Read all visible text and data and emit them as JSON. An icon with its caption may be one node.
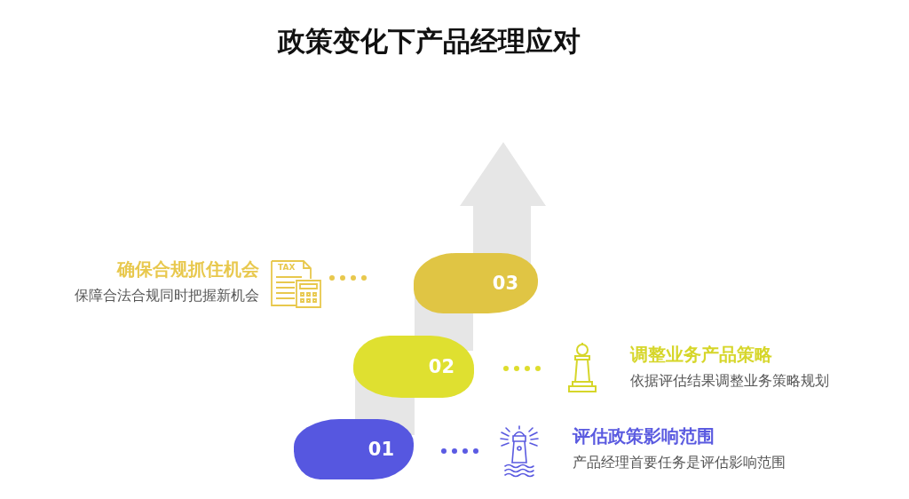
{
  "diagram": {
    "title": "政策变化下产品经理应对",
    "nodes": [
      {
        "text": [
          "01"
        ]
      },
      {
        "text": [],
        "shape": "picture",
        "beside": [
          "评估政策影响范围",
          "产品经理首要任务是评估影响范围"
        ]
      },
      {
        "text": [
          "02"
        ]
      },
      {
        "text": [],
        "shape": "picture",
        "beside": [
          "调整业务产品策略",
          "依据评估结果调整业务策略规划"
        ]
      },
      {
        "text": [
          "03"
        ]
      },
      {
        "text": [],
        "shape": "picture",
        "beside": [
          "确保合规抓住机会",
          "保障合法合规同时把握新机会"
        ]
      }
    ],
    "edges": [
      {
        "from": 0,
        "to": 1,
        "arrow": "none",
        "style": "dashed",
        "color": "#5b5be3"
      },
      {
        "from": 2,
        "to": 3,
        "arrow": "none",
        "style": "dashed",
        "color": "#dedd2e"
      },
      {
        "from": 4,
        "to": 5,
        "arrow": "none",
        "style": "dashed",
        "color": "#e8c84d"
      }
    ],
    "labels": [
      "TAX"
    ]
  }
}
